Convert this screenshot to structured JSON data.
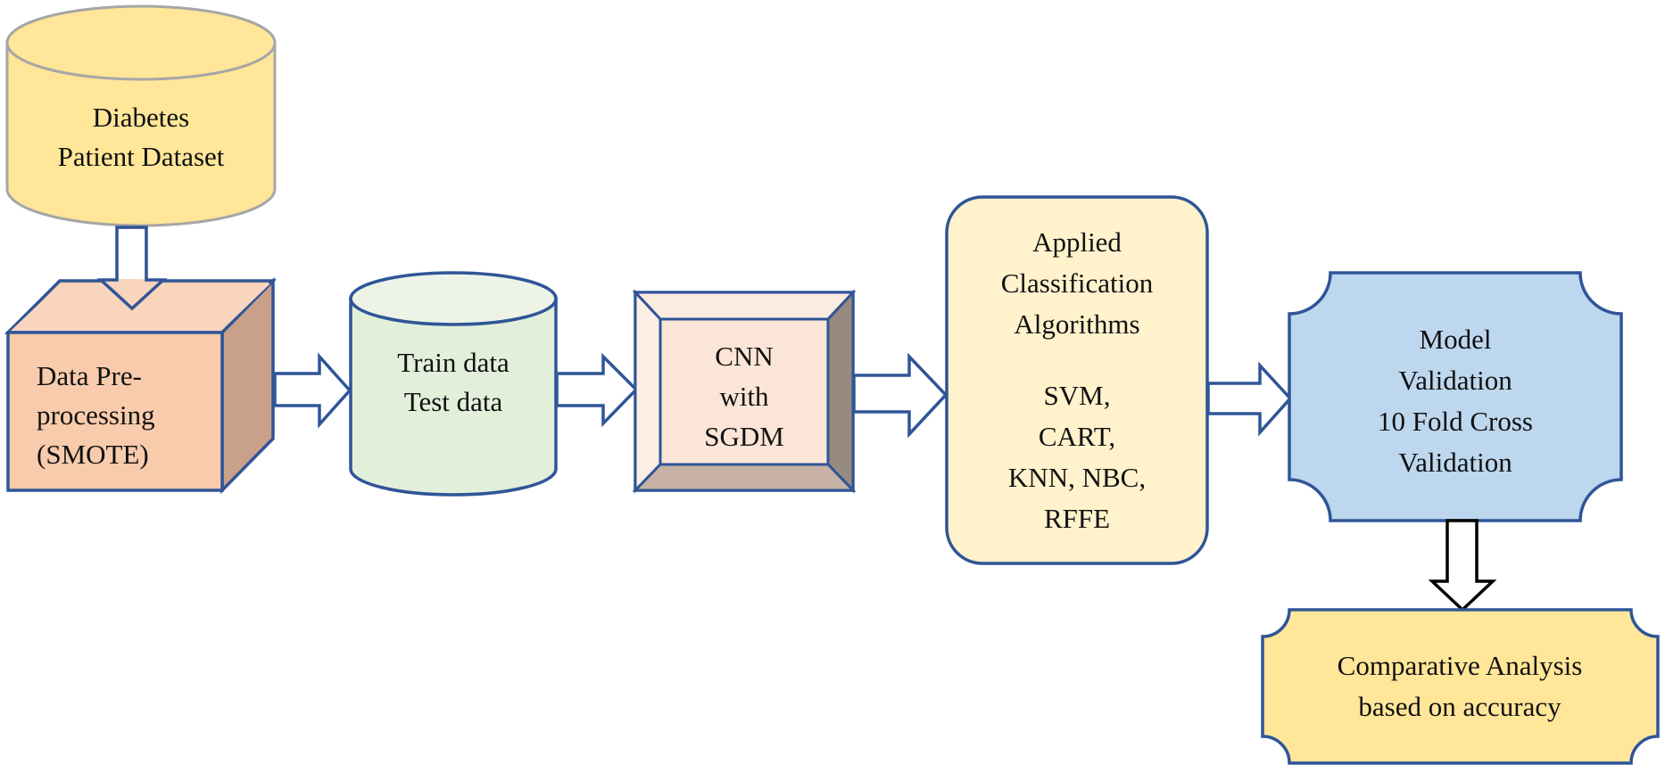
{
  "diagram": {
    "nodes": {
      "dataset": {
        "shape": "cylinder",
        "lines": [
          "Diabetes",
          "Patient Dataset"
        ],
        "fill": "#FFE699",
        "stroke": "#A6A6A6"
      },
      "preprocessing": {
        "shape": "cube",
        "lines": [
          "Data Pre-",
          "processing",
          "(SMOTE)"
        ],
        "fill": "#F8CBAD",
        "stroke": "#2F5597"
      },
      "split": {
        "shape": "cylinder",
        "lines": [
          "Train data",
          "Test data"
        ],
        "fill": "#E2EFDA",
        "stroke": "#2F5597"
      },
      "cnn": {
        "shape": "bevel",
        "lines": [
          "CNN",
          "with",
          "SGDM"
        ],
        "fill": "#FBE5D6",
        "stroke": "#2F5597"
      },
      "classifiers": {
        "shape": "rounded-rectangle",
        "lines": [
          "Applied",
          "Classification",
          "Algorithms",
          "",
          "SVM,",
          "CART,",
          "KNN, NBC,",
          "RFFE"
        ],
        "fill": "#FFF2CC",
        "stroke": "#2F5597"
      },
      "validation": {
        "shape": "plaque",
        "lines": [
          "Model",
          "Validation",
          "10 Fold Cross",
          "Validation"
        ],
        "fill": "#BDD7EE",
        "stroke": "#2F5597"
      },
      "analysis": {
        "shape": "plaque",
        "lines": [
          "Comparative Analysis",
          "based on accuracy"
        ],
        "fill": "#FFE699",
        "stroke": "#2F5597"
      }
    },
    "edges": [
      {
        "from": "dataset",
        "to": "preprocessing",
        "style": "block-arrow",
        "stroke": "#2F5597"
      },
      {
        "from": "preprocessing",
        "to": "split",
        "style": "block-arrow",
        "stroke": "#2F5597"
      },
      {
        "from": "split",
        "to": "cnn",
        "style": "block-arrow",
        "stroke": "#2F5597"
      },
      {
        "from": "cnn",
        "to": "classifiers",
        "style": "block-arrow",
        "stroke": "#2F5597"
      },
      {
        "from": "classifiers",
        "to": "validation",
        "style": "block-arrow",
        "stroke": "#2F5597"
      },
      {
        "from": "validation",
        "to": "analysis",
        "style": "block-arrow",
        "stroke": "#000000"
      }
    ]
  }
}
